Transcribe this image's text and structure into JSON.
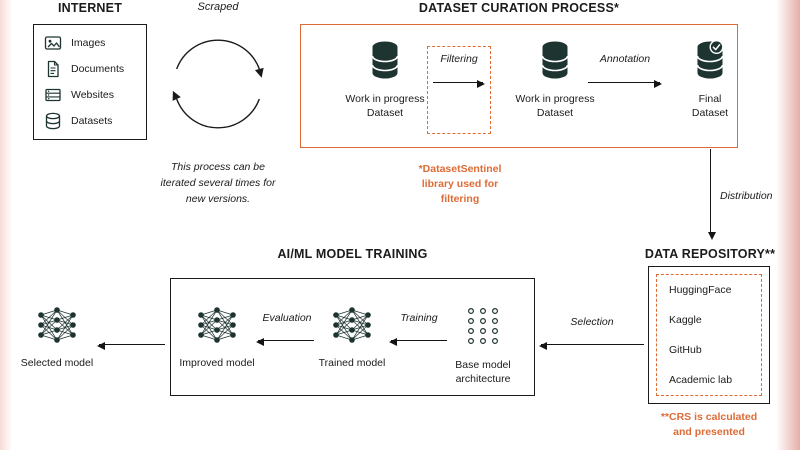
{
  "internet": {
    "title": "INTERNET",
    "items": [
      {
        "label": "Images",
        "icon": "image-icon"
      },
      {
        "label": "Documents",
        "icon": "document-icon"
      },
      {
        "label": "Websites",
        "icon": "website-icon"
      },
      {
        "label": "Datasets",
        "icon": "database-icon"
      }
    ]
  },
  "scrape": {
    "label": "Scraped",
    "note": "This process can be iterated several times for new versions."
  },
  "curation": {
    "title": "DATASET CURATION PROCESS*",
    "wip1": "Work in progress Dataset",
    "filtering": "Filtering",
    "wip2": "Work in progress Dataset",
    "annotation": "Annotation",
    "final": "Final Dataset",
    "footnote": "*DatasetSentinel library used for filtering"
  },
  "distribution": {
    "label": "Distribution"
  },
  "repository": {
    "title": "DATA REPOSITORY**",
    "items": [
      "HuggingFace",
      "Kaggle",
      "GitHub",
      "Academic lab"
    ],
    "footnote": "**CRS is calculated and presented"
  },
  "training": {
    "title": "AI/ML MODEL TRAINING",
    "selection": "Selection",
    "base": "Base model architecture",
    "training_label": "Training",
    "trained": "Trained model",
    "evaluation": "Evaluation",
    "improved": "Improved model",
    "selected": "Selected model"
  },
  "colors": {
    "accent": "#DD6B36",
    "ink": "#1B1B1B",
    "icon_fill": "#1E3431"
  }
}
